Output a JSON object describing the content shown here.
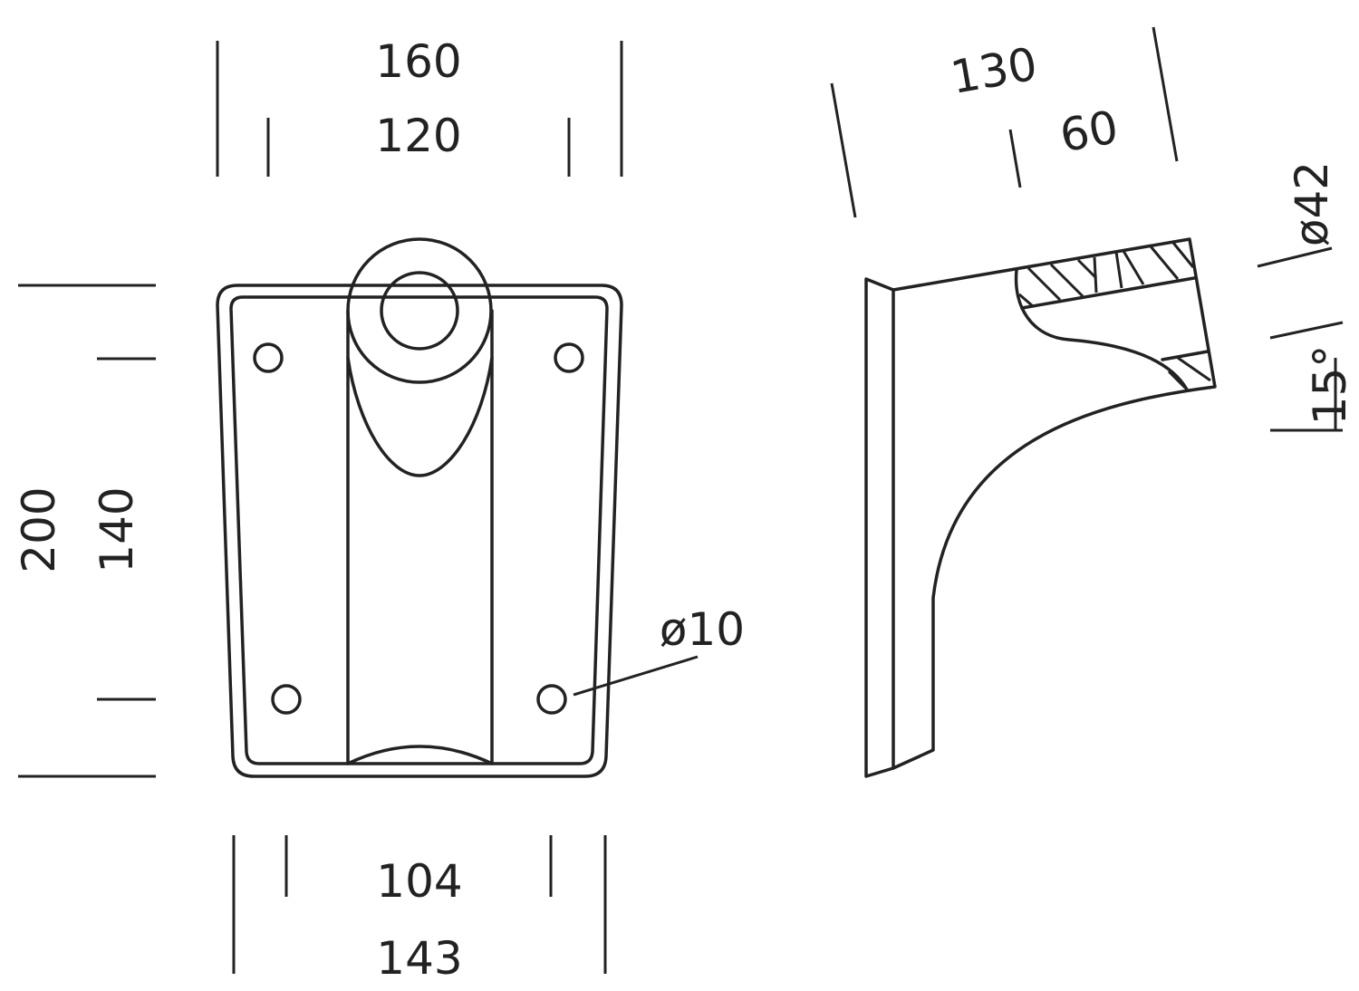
{
  "front_view": {
    "width_outer": "160",
    "width_inner": "120",
    "height_outer": "200",
    "height_inner": "140",
    "bottom_inner": "104",
    "bottom_outer": "143",
    "hole_diameter": "ø10"
  },
  "side_view": {
    "depth_total": "130",
    "depth_part": "60",
    "tube_diameter": "ø42",
    "angle": "15°"
  }
}
